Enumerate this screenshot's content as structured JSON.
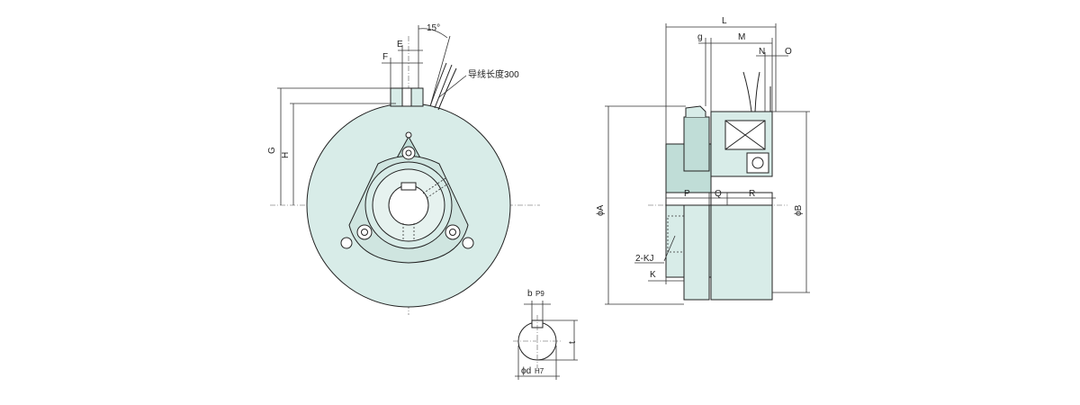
{
  "colors": {
    "body_fill": "#d8ece8",
    "body_fill_dark": "#c0ddd7",
    "line": "#222222",
    "background": "#ffffff"
  },
  "front_view": {
    "angle_label": "15°",
    "dim_E": "E",
    "dim_F": "F",
    "dim_G": "G",
    "dim_H": "H",
    "lead_label": "导线长度300"
  },
  "keyway_detail": {
    "width_label": "b",
    "width_tol": "P9",
    "depth_label": "t",
    "bore_label": "ϕd",
    "bore_tol": "H7"
  },
  "side_view": {
    "dim_L": "L",
    "dim_g": "g",
    "dim_M": "M",
    "dim_N": "N",
    "dim_O": "O",
    "dim_P": "P",
    "dim_Q": "Q",
    "dim_R": "R",
    "dim_A": "ϕA",
    "dim_B": "ϕB",
    "dim_KJ": "2-KJ",
    "dim_K": "K"
  }
}
